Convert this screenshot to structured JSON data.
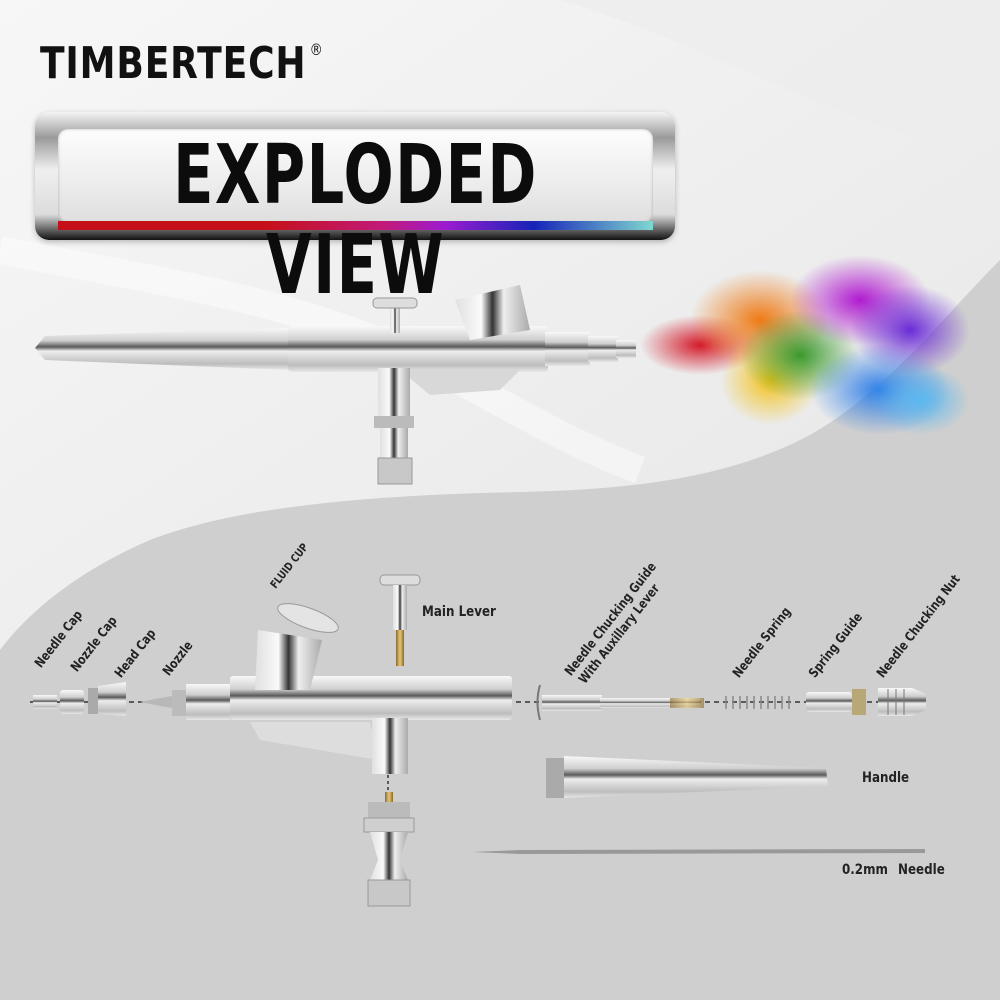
{
  "brand": {
    "name": "TIMBERTECH",
    "trademark": "®"
  },
  "banner": {
    "title": "EXPLODED VIEW",
    "stripe_colors": [
      "#c5101a",
      "#c21a7b",
      "#9c1bd0",
      "#1624b8",
      "#7fd8d0"
    ]
  },
  "hero": {
    "product": "airbrush",
    "spray_colors": [
      "#d41a2a",
      "#ef7a14",
      "#f4c21a",
      "#3b9a2e",
      "#b01ad0",
      "#6a2bd6",
      "#2d7ee8",
      "#5ab8f0"
    ]
  },
  "exploded_parts": {
    "labels": {
      "needle_cap": "Needle Cap",
      "nozzle_cap": "Nozzle Cap",
      "head_cap": "Head Cap",
      "nozzle": "Nozzle",
      "fluid_cup": "FLUID CUP",
      "main_lever": "Main Lever",
      "needle_chucking_guide_1": "Needle Chucking Guide",
      "needle_chucking_guide_2": "With Auxillary Lever",
      "needle_spring": "Needle Spring",
      "spring_guide": "Spring Guide",
      "needle_chucking_nut": "Needle Chucking Nut",
      "handle": "Handle",
      "needle_size": "0.2mm",
      "needle": "Needle"
    }
  },
  "colors": {
    "background_top": "#f0f0f0",
    "background_bottom": "#cfcfcf",
    "text": "#222222"
  }
}
